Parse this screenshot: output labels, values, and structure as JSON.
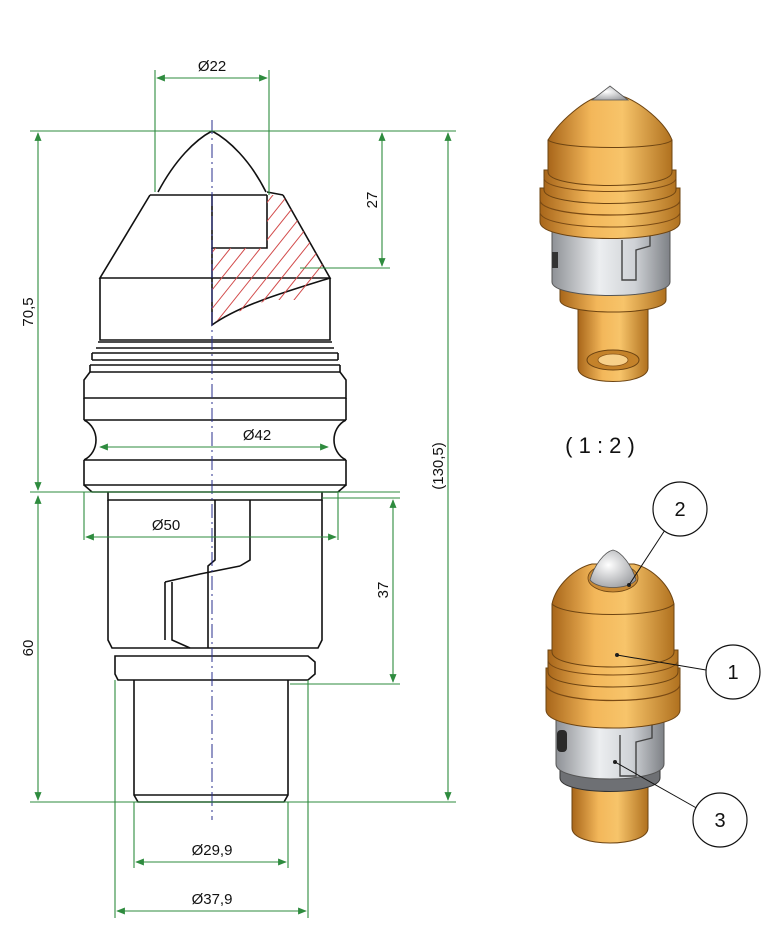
{
  "drawing": {
    "dimensions": {
      "d22": "Ø22",
      "d42": "Ø42",
      "d50": "Ø50",
      "d29_9": "Ø29,9",
      "d37_9": "Ø37,9",
      "h27": "27",
      "h37": "37",
      "h70_5": "70,5",
      "h60": "60",
      "h130_5": "(130,5)"
    },
    "scale_label": "( 1 : 2 )",
    "balloons": {
      "b1": "1",
      "b2": "2",
      "b3": "3"
    }
  },
  "colors": {
    "dimension_line": "#2e8b3e",
    "outline": "#111111",
    "hatch": "#d24a4a",
    "center_line": "#2a2f8c",
    "gold": "#e8a33a",
    "steel": "#d4d6da"
  }
}
